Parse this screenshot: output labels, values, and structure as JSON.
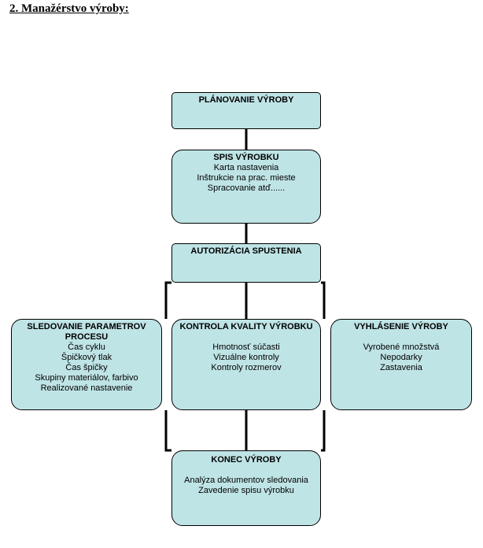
{
  "heading": "2. Manažérstvo výroby:",
  "colors": {
    "box_fill": "#bfe4e6",
    "line": "#000000"
  },
  "nodes": {
    "planning": {
      "title": "PLÁNOVANIE VÝROBY",
      "lines": []
    },
    "spec": {
      "title": "SPIS VÝROBKU",
      "lines": [
        "Karta nastavenia",
        "Inštrukcie na prac. mieste",
        "Spracovanie atď......"
      ]
    },
    "auth": {
      "title": "AUTORIZÁCIA SPUSTENIA",
      "lines": []
    },
    "monitor": {
      "title": "SLEDOVANIE PARAMETROV PROCESU",
      "lines": [
        "Čas cyklu",
        "Špičkový tlak",
        "Čas špičky",
        "Skupiny materiálov, farbivo",
        "Realizované nastavenie"
      ]
    },
    "quality": {
      "title": "KONTROLA KVALITY VÝROBKU",
      "lines": [
        "Hmotnosť súčasti",
        "Vizuálne kontroly",
        "Kontroly rozmerov"
      ]
    },
    "report": {
      "title": "VYHLÁSENIE VÝROBY",
      "lines": [
        "Vyrobené množstvá",
        "Nepodarky",
        "Zastavenia"
      ]
    },
    "end": {
      "title": "KONEC VÝROBY",
      "lines": [
        "Analýza dokumentov sledovania",
        "Zavedenie spisu výrobku"
      ]
    }
  }
}
